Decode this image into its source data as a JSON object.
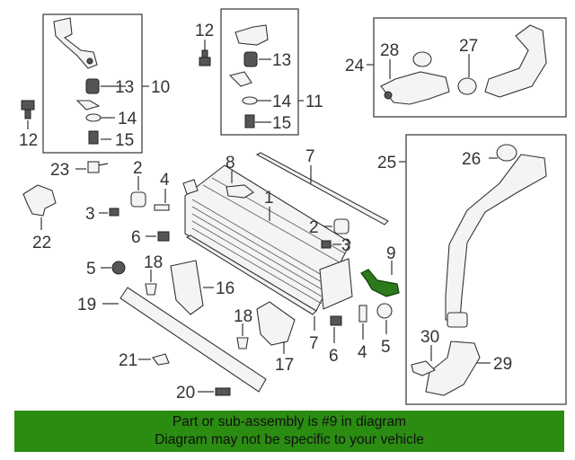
{
  "callouts": {
    "c1": "1",
    "c2a": "2",
    "c2b": "2",
    "c3a": "3",
    "c3b": "3",
    "c4a": "4",
    "c4b": "4",
    "c5a": "5",
    "c5b": "5",
    "c6a": "6",
    "c6b": "6",
    "c7a": "7",
    "c7b": "7",
    "c8": "8",
    "c9": "9",
    "c10": "10",
    "c11": "11",
    "c12a": "12",
    "c12b": "12",
    "c13a": "13",
    "c13b": "13",
    "c14a": "14",
    "c14b": "14",
    "c15a": "15",
    "c15b": "15",
    "c16": "16",
    "c17": "17",
    "c18a": "18",
    "c18b": "18",
    "c19": "19",
    "c20": "20",
    "c21": "21",
    "c22": "22",
    "c23": "23",
    "c24": "24",
    "c25": "25",
    "c26": "26",
    "c27": "27",
    "c28": "28",
    "c29": "29",
    "c30": "30"
  },
  "highlight_color": "#2c7a1a",
  "banner": {
    "line1": "Part or sub-assembly is #9 in diagram",
    "line2": "Diagram may not be specific to your vehicle",
    "color": "#2b8c12"
  }
}
